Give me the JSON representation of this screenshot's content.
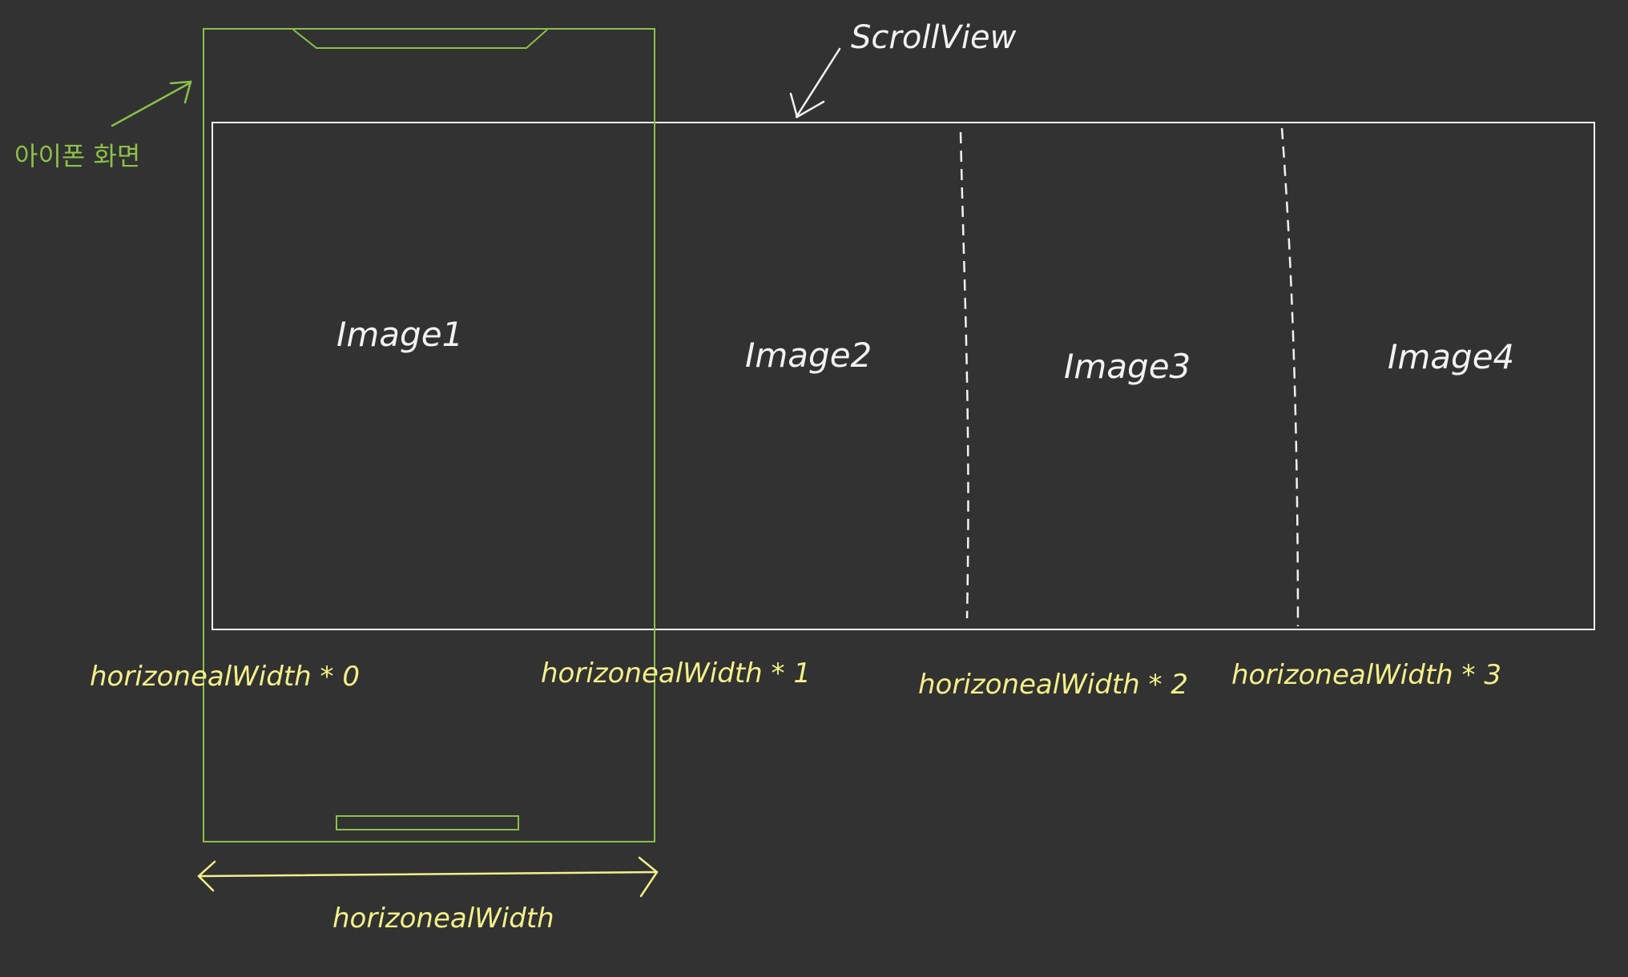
{
  "colors": {
    "background": "#323232",
    "phone_outline": "#8cc04a",
    "scrollview_outline": "#f2f2f2",
    "annotation_text": "#f3f08a"
  },
  "labels": {
    "scrollview": "ScrollView",
    "phone_screen": "아이폰 화면",
    "image_1": "Image1",
    "image_2": "Image2",
    "image_3": "Image3",
    "image_4": "Image4",
    "offset_0": "horizonealWidth * 0",
    "offset_1": "horizonealWidth * 1",
    "offset_2": "horizonealWidth * 2",
    "offset_3": "horizonealWidth * 3",
    "width_dimension": "horizonealWidth"
  },
  "icons": {
    "scrollview_pointer": "arrow-icon",
    "phone_pointer": "arrow-icon",
    "width_measure": "double-arrow-icon"
  }
}
